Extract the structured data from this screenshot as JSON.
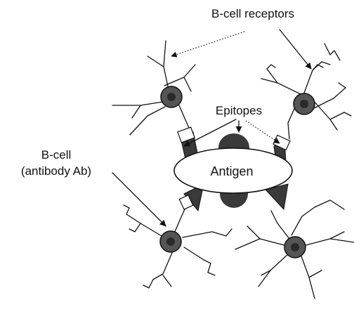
{
  "labels": {
    "receptors": "B-cell receptors",
    "epitopes": "Epitopes",
    "antigen": "Antigen",
    "bcell_line1": "B-cell",
    "bcell_line2": "(antibody Ab)"
  },
  "colors": {
    "ink": "#111111",
    "cell_fill": "#555555",
    "cell_core": "#2a2a2a",
    "epitope_fill": "#3a3a3a",
    "background": "#ffffff"
  }
}
